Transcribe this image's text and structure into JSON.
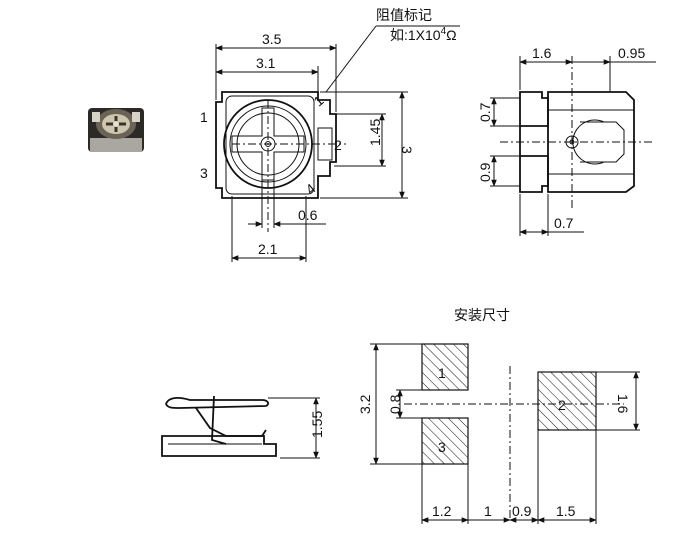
{
  "annotation": {
    "title": "阻值标记",
    "example_prefix": "如:1X10",
    "example_exp": "4",
    "example_unit": "Ω"
  },
  "top_view": {
    "width_total": "3.5",
    "width_body": "3.1",
    "height_total": "3",
    "pin_pitch": "1.45",
    "slot_width": "0.6",
    "base_width": "2.1",
    "pin_labels": [
      "1",
      "2",
      "3",
      "4"
    ]
  },
  "side_view": {
    "width_top": "1.6",
    "width_pin": "0.95",
    "pin_height_upper": "0.7",
    "pin_height_lower": "0.9",
    "bottom_width": "0.7"
  },
  "profile_view": {
    "height": "1.55"
  },
  "mounting": {
    "title": "安装尺寸",
    "pad_labels": [
      "1",
      "2",
      "3"
    ],
    "height_total": "3.2",
    "gap": "0.8",
    "pad2_height": "1.6",
    "widths": [
      "1.2",
      "1",
      "0.9",
      "1.5"
    ]
  }
}
